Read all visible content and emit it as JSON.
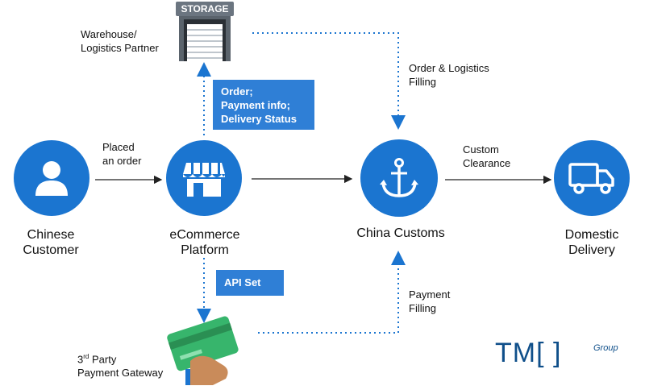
{
  "nodes": {
    "customer": "Chinese\nCustomer",
    "platform": "eCommerce\nPlatform",
    "customs": "China Customs",
    "delivery": "Domestic\nDelivery"
  },
  "labels": {
    "warehouse": "Warehouse/\nLogistics Partner",
    "storage_sign": "STORAGE",
    "placed_order": "Placed\nan order",
    "order_logistics": "Order & Logistics\nFilling",
    "custom_clearance": "Custom\nClearance",
    "payment_filling": "Payment\nFilling",
    "gateway_sup": "rd",
    "gateway_prefix": "3",
    "gateway_rest": " Party",
    "gateway_line2": "Payment Gateway"
  },
  "boxes": {
    "order_info": "Order;\nPayment info;\nDelivery Status",
    "api_set": "API Set"
  },
  "brand": {
    "name": "TM[ ]",
    "sub": "Group"
  },
  "colors": {
    "primary": "#1b75d0",
    "box": "#2f7fd6",
    "storage": "#6b7580",
    "card": "#37b56c",
    "brand": "#0f4f8a"
  }
}
